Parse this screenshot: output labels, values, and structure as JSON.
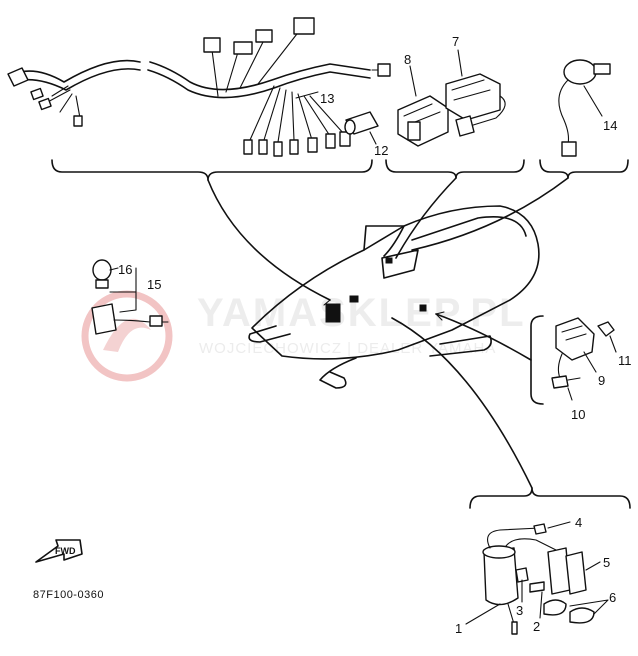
{
  "diagram": {
    "watermark": {
      "brand": "YAMASKLEP.PL",
      "subtitle": "WOJCIECHOWICZ | DEALER YAMAHA"
    },
    "part_code": "87F100-0360",
    "fwd_label": "FWD",
    "callouts": [
      {
        "id": "c1",
        "text": "1"
      },
      {
        "id": "c2",
        "text": "2"
      },
      {
        "id": "c3",
        "text": "3"
      },
      {
        "id": "c4",
        "text": "4"
      },
      {
        "id": "c5",
        "text": "5"
      },
      {
        "id": "c6",
        "text": "6"
      },
      {
        "id": "c7",
        "text": "7"
      },
      {
        "id": "c8",
        "text": "8"
      },
      {
        "id": "c9",
        "text": "9"
      },
      {
        "id": "c10",
        "text": "10"
      },
      {
        "id": "c11",
        "text": "11"
      },
      {
        "id": "c12",
        "text": "12"
      },
      {
        "id": "c13",
        "text": "13"
      },
      {
        "id": "c14",
        "text": "14"
      },
      {
        "id": "c15",
        "text": "15"
      },
      {
        "id": "c16",
        "text": "16"
      }
    ]
  }
}
